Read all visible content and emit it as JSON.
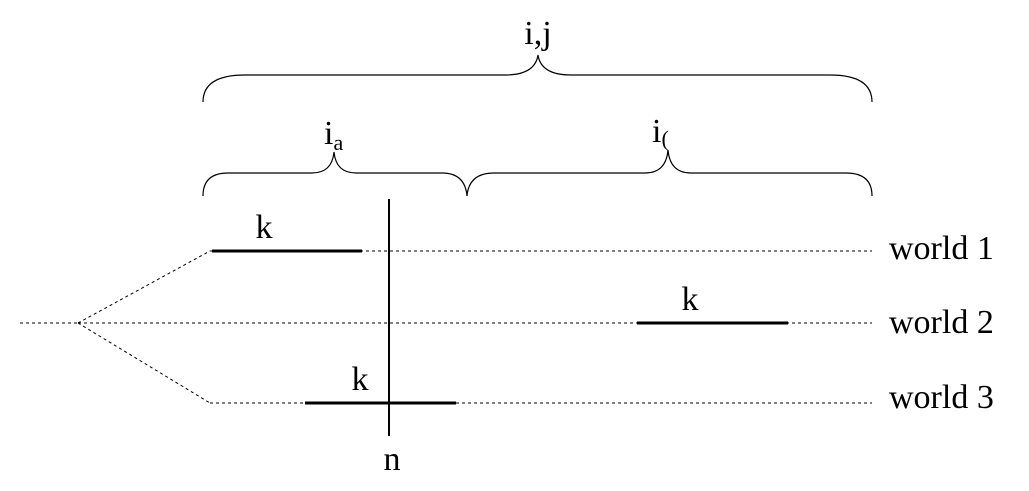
{
  "diagram": {
    "labels": {
      "top_brace": "i,j",
      "left_brace_base": "i",
      "left_brace_sub": "a",
      "right_brace_base": "i",
      "right_brace_sub": "(",
      "k_world1": "k",
      "k_world2": "k",
      "k_world3": "k",
      "now": "n"
    },
    "worlds": [
      {
        "label": "world 1"
      },
      {
        "label": "world 2"
      },
      {
        "label": "world 3"
      }
    ]
  }
}
